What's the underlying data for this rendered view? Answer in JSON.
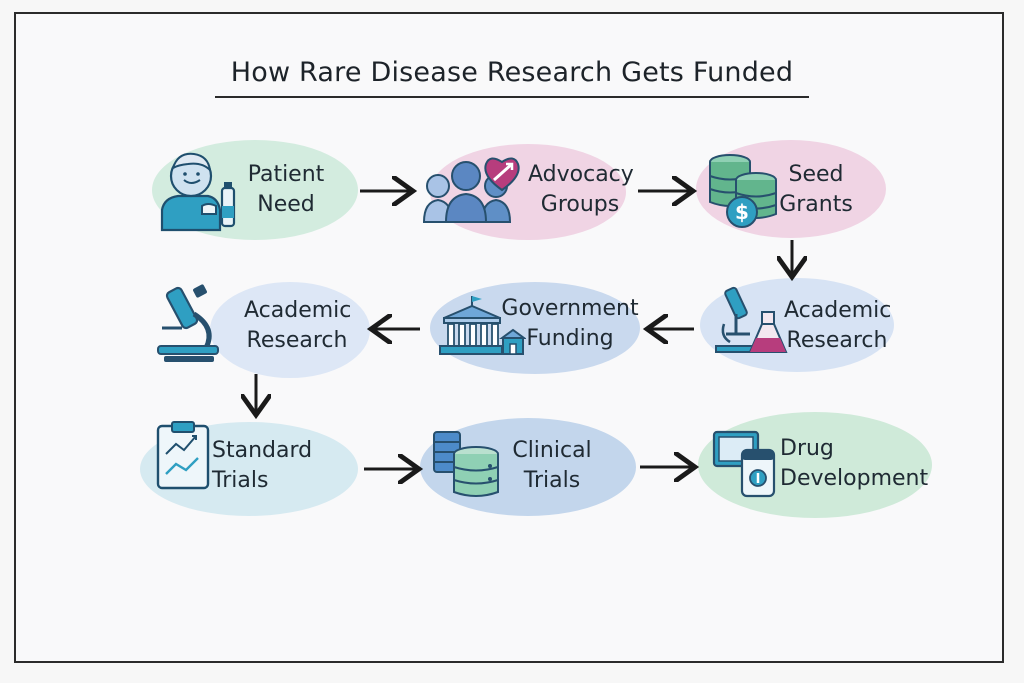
{
  "title": "How Rare Disease Research Gets Funded",
  "colors": {
    "green_blob": "#d3ecdf",
    "pink_blob": "#f0d4e4",
    "blue_blob": "#d7e3f4",
    "teal_blob": "#d6eaf1",
    "mint_blob": "#cfead9",
    "teal_icon": "#2f9fc2",
    "navy_icon": "#27506e",
    "magenta_icon": "#b73d7d",
    "green_icon": "#62b58d"
  },
  "nodes": [
    {
      "id": "patient-need",
      "line1": "Patient",
      "line2": "Need",
      "icon": "patient-icon"
    },
    {
      "id": "advocacy-groups",
      "line1": "Advocacy",
      "line2": "Groups",
      "icon": "people-heart-icon"
    },
    {
      "id": "seed-grants",
      "line1": "Seed",
      "line2": "Grants",
      "icon": "coins-dollar-icon"
    },
    {
      "id": "academic-research-right",
      "line1": "Academic",
      "line2": "Research",
      "icon": "microscope-flask-icon"
    },
    {
      "id": "government-funding",
      "line1": "Government",
      "line2": "Funding",
      "icon": "government-building-icon"
    },
    {
      "id": "academic-research-left",
      "line1": "Academic",
      "line2": "Research",
      "icon": "microscope-icon"
    },
    {
      "id": "standard-trials",
      "line1": "Standard",
      "line2": "Trials",
      "icon": "clipboard-chart-icon"
    },
    {
      "id": "clinical-trials",
      "line1": "Clinical",
      "line2": "Trials",
      "icon": "database-stack-icon"
    },
    {
      "id": "drug-development",
      "line1": "Drug",
      "line2": "Development",
      "icon": "drug-monitor-icon"
    }
  ]
}
